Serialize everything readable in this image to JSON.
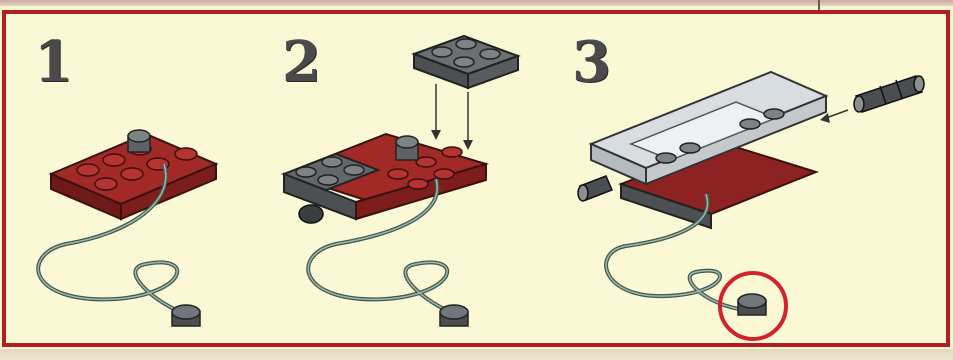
{
  "steps": [
    {
      "number": "1"
    },
    {
      "number": "2"
    },
    {
      "number": "3"
    }
  ],
  "colors": {
    "frame_red": "#b11f23",
    "background": "#fbf8d5",
    "brick_red": "#8c2322",
    "brick_gray": "#5e6264",
    "plate_light": "#d8dde1",
    "highlight_circle": "#d2232a"
  }
}
